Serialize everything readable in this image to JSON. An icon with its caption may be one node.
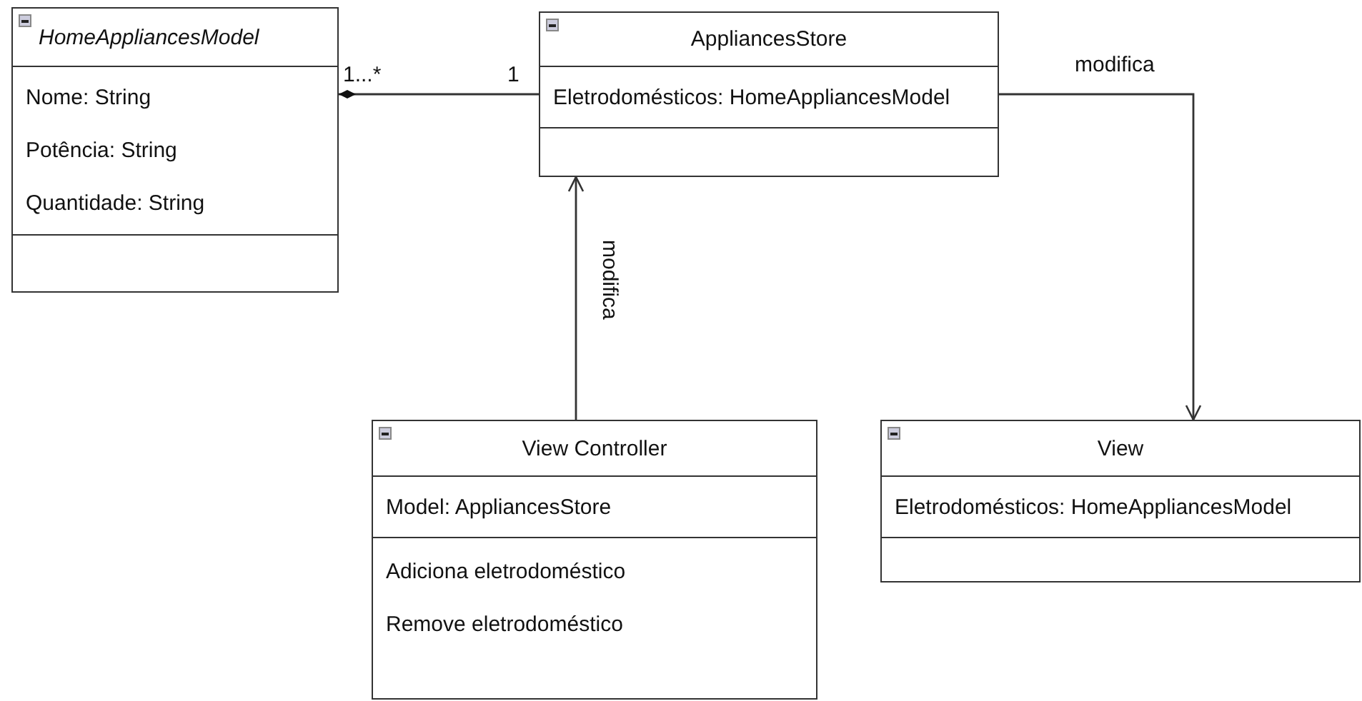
{
  "diagram": {
    "nodes": [
      {
        "text": [
          "*HomeAppliancesModel*",
          "Nome: String",
          "Potência: String",
          "Quantidade: String"
        ]
      },
      {
        "text": [
          "AppliancesStore",
          "Eletrodomésticos: HomeAppliancesModel"
        ]
      },
      {
        "text": [
          "View Controller",
          "Model: AppliancesStore",
          "Adiciona eletrodoméstico",
          "Remove eletrodoméstico"
        ]
      },
      {
        "text": [
          "View",
          "Eletrodomésticos: HomeAppliancesModel"
        ]
      }
    ],
    "edges": [
      {
        "from": 0,
        "to": 1,
        "arrow": "other"
      },
      {
        "from": 2,
        "to": 1,
        "arrow": "to",
        "label": "modifica"
      },
      {
        "from": 1,
        "to": 3,
        "arrow": "to",
        "label": "modifica"
      }
    ],
    "labels": [
      "1...*",
      "1"
    ]
  }
}
